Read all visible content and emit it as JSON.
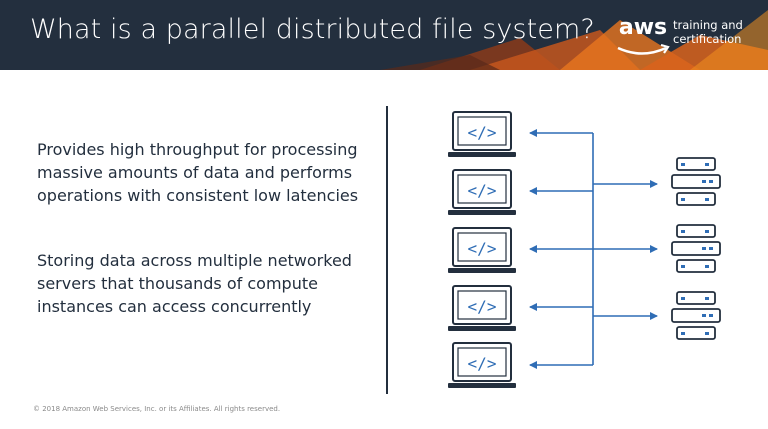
{
  "header": {
    "title": "What is a parallel distributed file system?",
    "logo_text": "aws",
    "tagline_line1": "training and",
    "tagline_line2": "certification"
  },
  "content": {
    "bullets": [
      "Provides high throughput for processing massive amounts of data and performs operations with consistent low latencies",
      "Storing data across multiple networked servers that thousands of compute instances can access concurrently"
    ]
  },
  "diagram": {
    "laptop_icon_glyph": "</>",
    "laptop_count": 5,
    "server_count": 3
  },
  "colors": {
    "header_bg": "#232f3e",
    "accent_orange": "#ff9900",
    "arrow_blue": "#2f6db5",
    "icon_dark": "#232f3e"
  },
  "footer": {
    "copyright": "© 2018 Amazon Web Services, Inc. or its Affiliates. All rights reserved."
  }
}
